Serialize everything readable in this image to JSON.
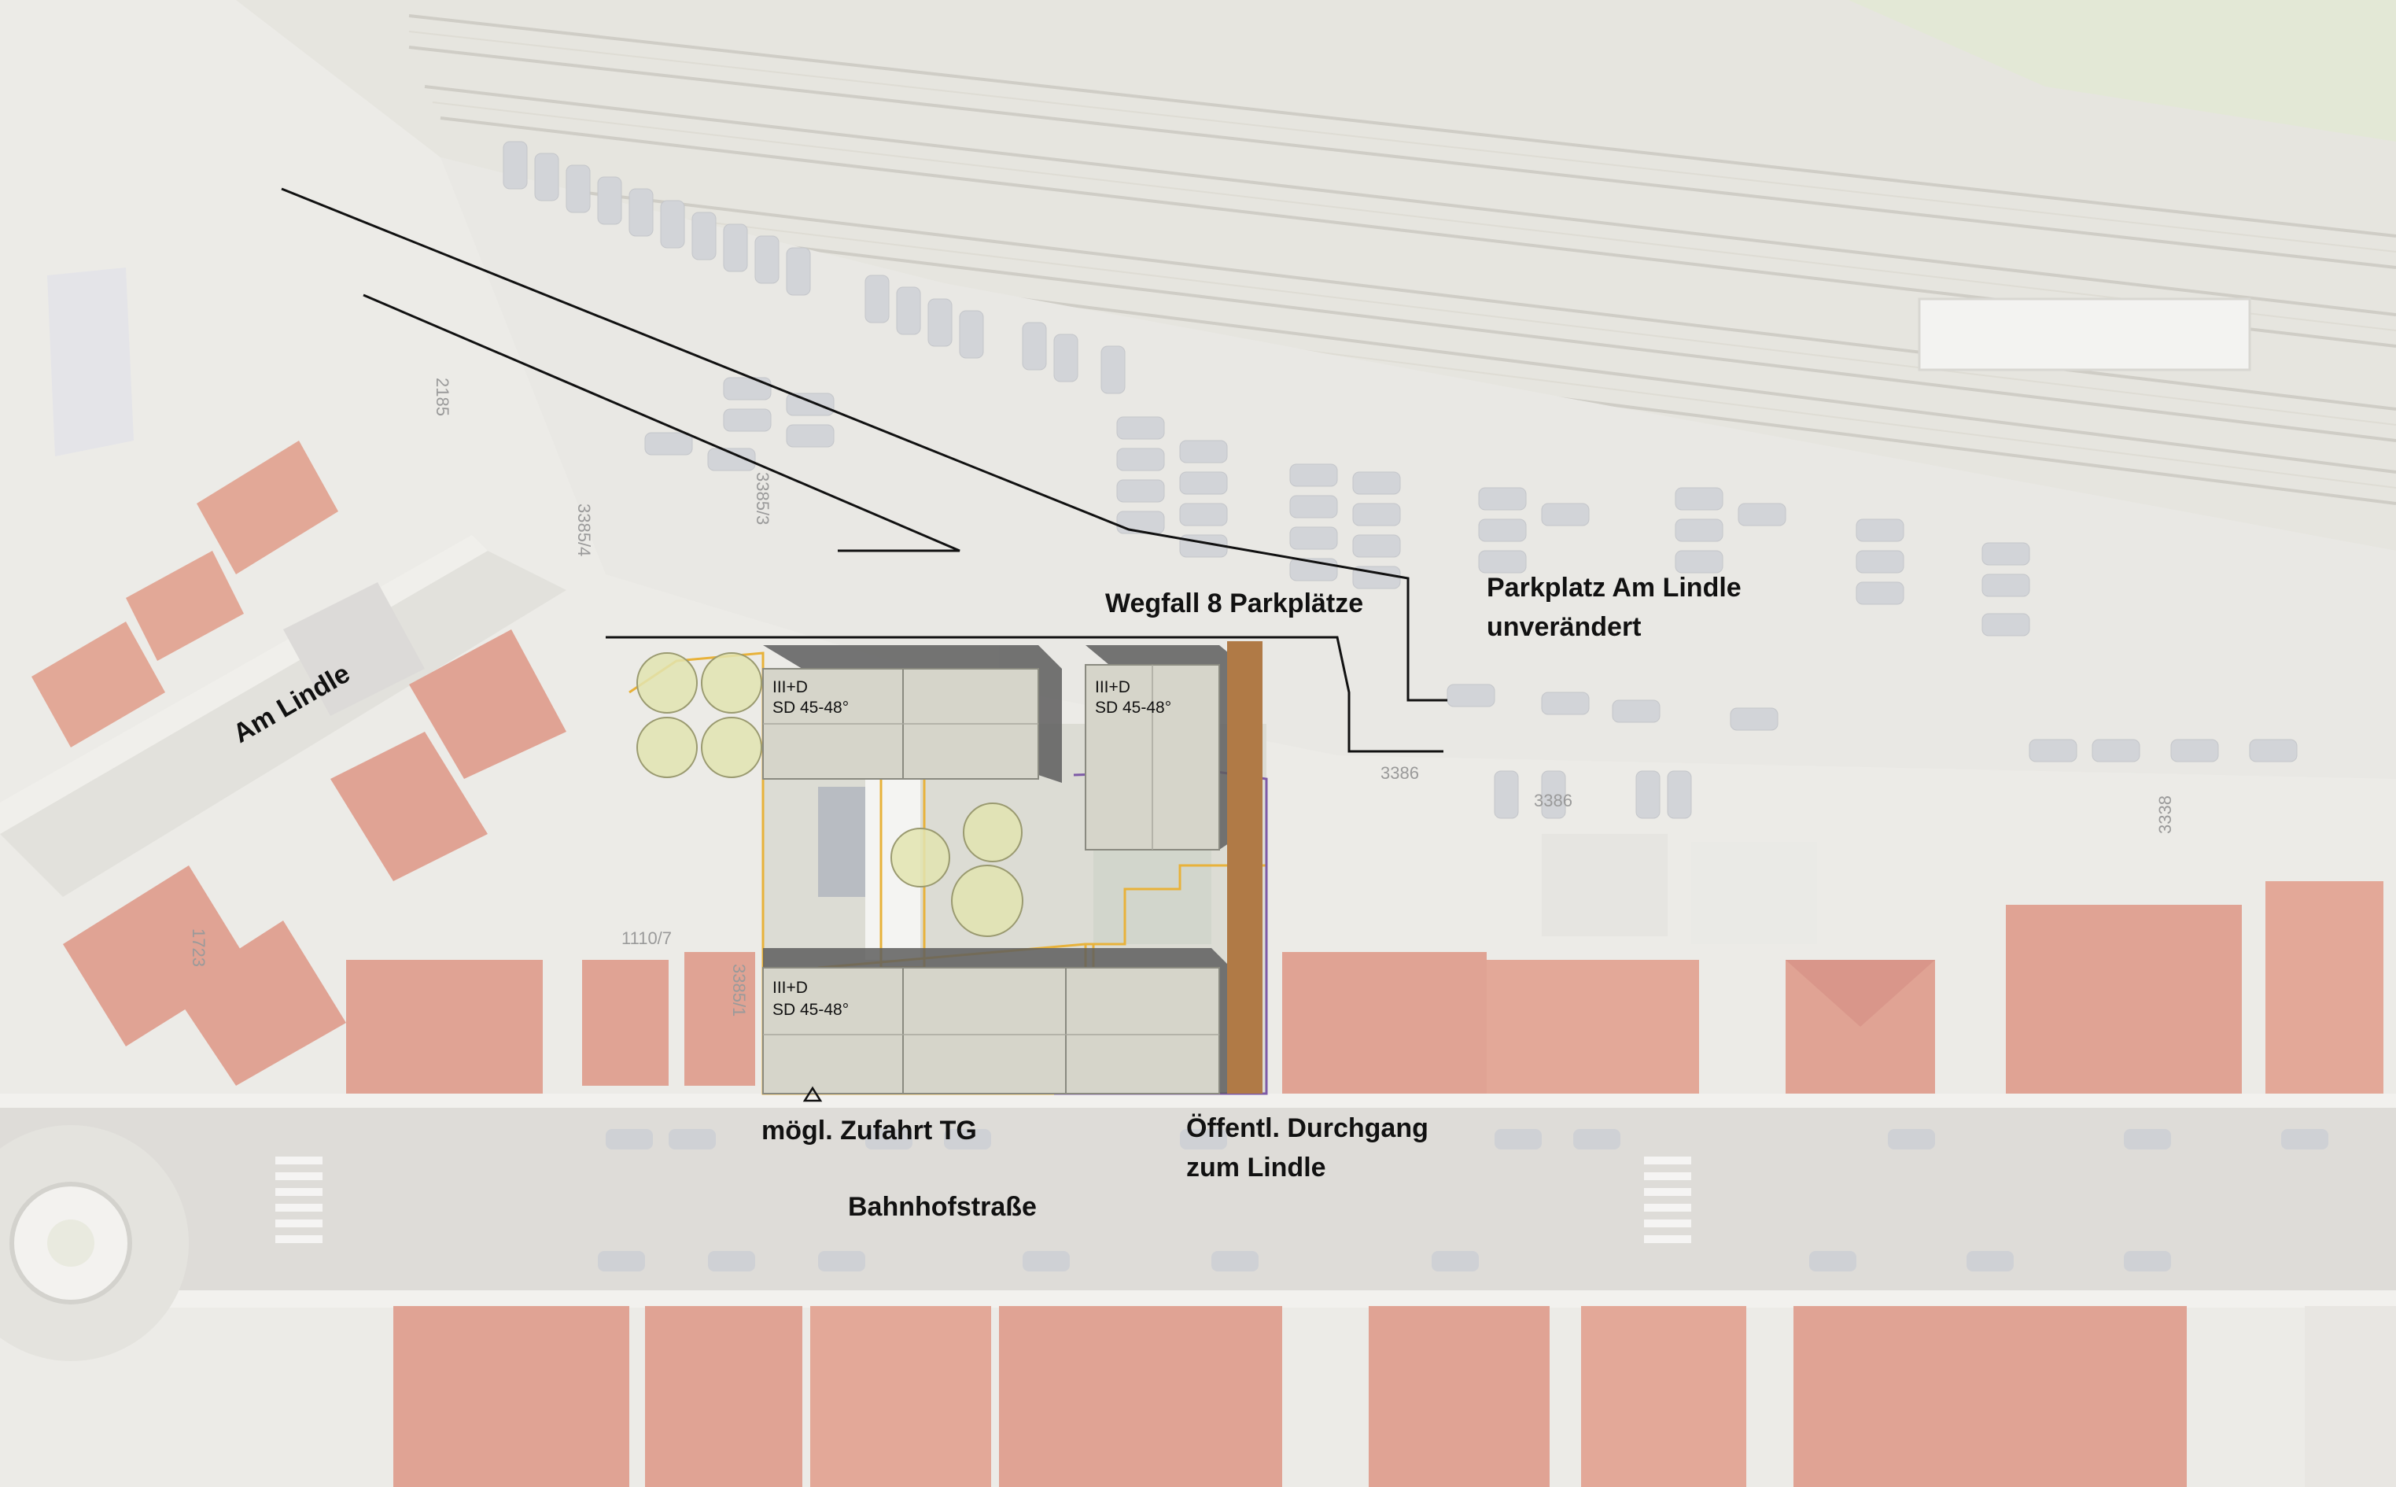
{
  "streets": {
    "am_lindle": "Am Lindle",
    "bahnhofstrasse": "Bahnhofstraße"
  },
  "annotations": {
    "parking_removed": "Wegfall 8 Parkplätze",
    "parking_unchanged_line1": "Parkplatz Am Lindle",
    "parking_unchanged_line2": "unverändert",
    "garage_access": "mögl. Zufahrt TG",
    "passage_line1": "Öffentl. Durchgang",
    "passage_line2": "zum Lindle"
  },
  "buildings": [
    {
      "id": "north-west",
      "storeys": "III+D",
      "roof": "SD 45-48°"
    },
    {
      "id": "north-east",
      "storeys": "III+D",
      "roof": "SD 45-48°"
    },
    {
      "id": "south",
      "storeys": "III+D",
      "roof": "SD 45-48°"
    }
  ],
  "parcel_numbers": [
    "3385/4",
    "3385/3",
    "2185",
    "3386",
    "3386",
    "3338",
    "1723",
    "1110/7",
    "3385/1"
  ],
  "colors": {
    "building_fill": "#d6d5ca",
    "building_shadow": "#5e5e5e",
    "passage": "#b07a46",
    "tree_fill": "#e2e4b0",
    "boundary_orange": "#e8b23a",
    "boundary_purple": "#7d5aa6",
    "roof_red": "#e0a394",
    "pavement": "#efeeec"
  }
}
